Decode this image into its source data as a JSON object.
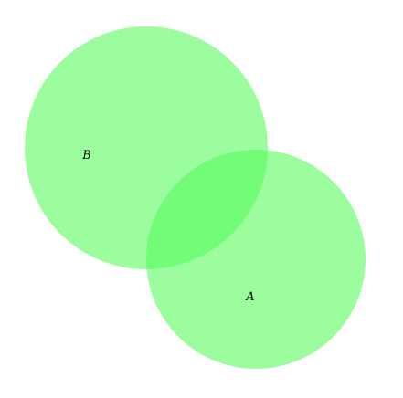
{
  "diagram": {
    "type": "venn",
    "fill_color": "#9cfd9f",
    "overlap_color": "#73fc78",
    "sets": [
      {
        "id": "A",
        "label": "A"
      },
      {
        "id": "B",
        "label": "B"
      }
    ]
  }
}
